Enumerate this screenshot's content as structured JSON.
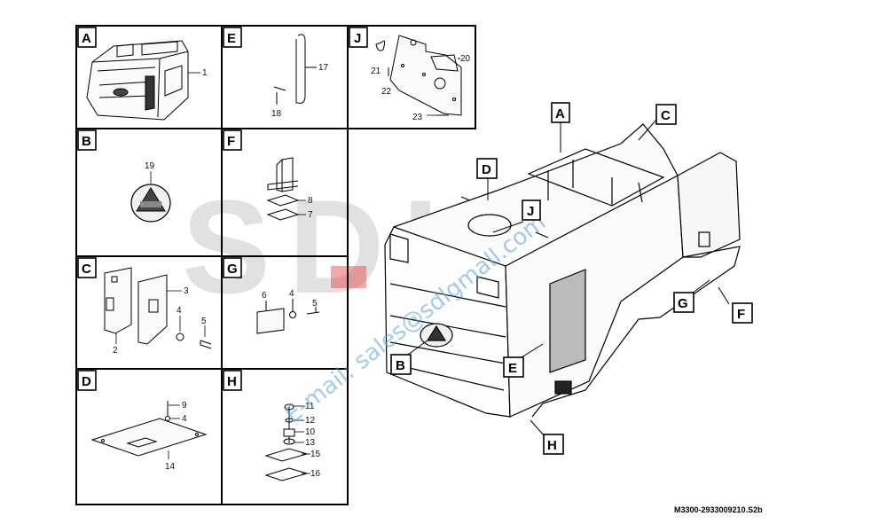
{
  "panels": {
    "A": {
      "letter": "A",
      "callouts": [
        "1"
      ]
    },
    "B": {
      "letter": "B",
      "callouts": [
        "19"
      ]
    },
    "C": {
      "letter": "C",
      "callouts": [
        "3",
        "4",
        "5",
        "2"
      ]
    },
    "D": {
      "letter": "D",
      "callouts": [
        "9",
        "4",
        "14"
      ]
    },
    "E": {
      "letter": "E",
      "callouts": [
        "17",
        "18"
      ]
    },
    "F": {
      "letter": "F",
      "callouts": [
        "8",
        "7"
      ]
    },
    "G": {
      "letter": "G",
      "callouts": [
        "6",
        "4",
        "5"
      ]
    },
    "H": {
      "letter": "H",
      "callouts": [
        "11",
        "12",
        "10",
        "13",
        "15",
        "16"
      ]
    },
    "J": {
      "letter": "J",
      "callouts": [
        "20",
        "21",
        "22",
        "23"
      ]
    }
  },
  "main_labels": [
    "A",
    "C",
    "D",
    "J",
    "B",
    "E",
    "G",
    "F",
    "H"
  ],
  "background_brand": "SDLG",
  "watermark": "E-mail: sales@sdlgmall.com",
  "document_code": "M3300-2933009210.S2b",
  "colors": {
    "line": "#000000",
    "watermark": "#5aa0e0",
    "brand_grey": "#c8c8c8",
    "brand_red": "#e04040"
  }
}
